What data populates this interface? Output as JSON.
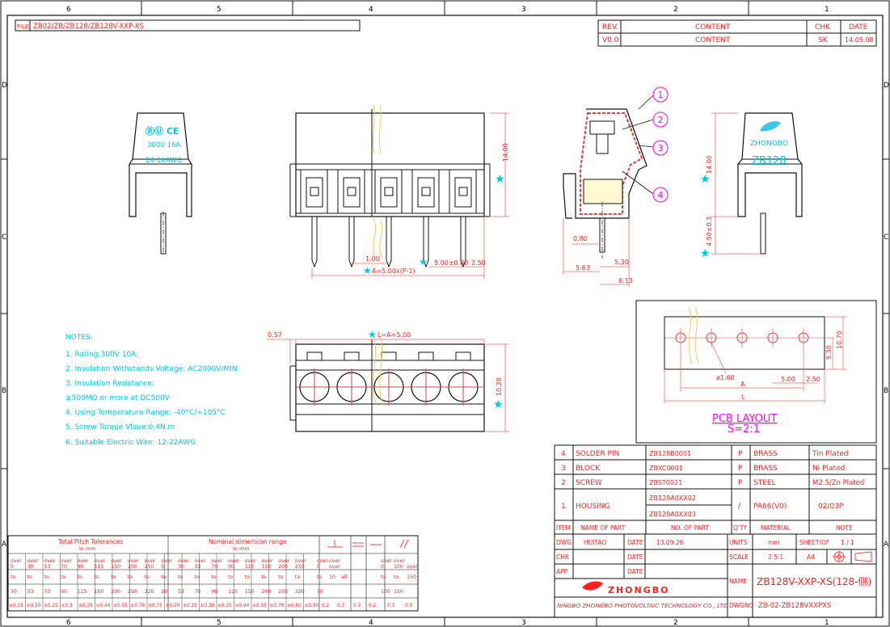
{
  "frame": {
    "top_numbers": [
      "6",
      "5",
      "4",
      "3",
      "2",
      "1"
    ],
    "bottom_numbers": [
      "6",
      "5",
      "4",
      "3",
      "2",
      "1"
    ],
    "left_letters": [
      "D",
      "C",
      "B",
      "A"
    ],
    "right_letters": [
      "D",
      "C",
      "B",
      "A"
    ],
    "file_label": "FILE",
    "file_name": "ZB02/ZB/ZB128/ZB128V-XXP-XS"
  },
  "revision": {
    "headers": [
      "REV.",
      "CONTENT",
      "CHK",
      "DATE"
    ],
    "rows": [
      [
        "V0.0",
        "CONTENT",
        "SK",
        "14.05.08"
      ]
    ]
  },
  "views": {
    "left_marking": {
      "mark": "ⓇⓊ CE",
      "rating": "300V 16A",
      "awg": "24-14AWG"
    },
    "right_marking": {
      "brand": "ZHONGBO",
      "model": "ZB128"
    },
    "dims": {
      "height_front": "14.00",
      "pin_gap": "1.00",
      "pitch_label": "5.00±0.08",
      "edge": "2.50",
      "a_formula": "A=5.00x(P-1)",
      "side_h": "14.00",
      "side_pin": "4.50±0.3",
      "d080": "0.80",
      "d563": "5.63",
      "d530": "5.30",
      "d613": "6.13",
      "top_057": "0.57",
      "top_l": "L=A+5.00",
      "top_h": "10.20"
    },
    "balloons": [
      "1",
      "2",
      "3",
      "4"
    ]
  },
  "notes": {
    "title": "NOTES:",
    "lines": [
      "1. Rating:300V 10A;",
      "2. Insulation Withstands Voltage: AC2000V/MIN",
      "3. Insulation Resistance:",
      "   ≥500MΩ or more at DC500V",
      "4. Using Temperature Range: -40°C/+105°C",
      "5. Screw Torque Vlaue:0.4N.m",
      "6. Suitable Electric Wire: 12-22AWG"
    ]
  },
  "pcb": {
    "title": "PCB  LAYOUT",
    "scale": "S=2:1",
    "dims": {
      "hole": "ø1.60",
      "pitch": "5.00",
      "edge": "2.50",
      "a": "A",
      "l": "L",
      "h1": "5.30",
      "h2": "10.70"
    }
  },
  "bom": {
    "rows": [
      [
        "4",
        "SOLDER PIN",
        "ZB128B0001",
        "P",
        "BRASS",
        "Tin Plated"
      ],
      [
        "3",
        "BLOCK",
        "ZBXC0001",
        "P",
        "BRASS",
        "Ni Plated"
      ],
      [
        "2",
        "SCREW",
        "ZBST0021",
        "P",
        "STEEL",
        "M2.5/Zn Plated"
      ]
    ],
    "housing": {
      "item": "1",
      "name": "HOUSING",
      "no1": "ZB128A0XX02",
      "no2": "ZB128A0XX03",
      "qty": "/",
      "material": "PA66(V0)",
      "note": "02/03P"
    },
    "headers": [
      "ITEM",
      "NAME  OF  PART",
      "NO. OF  PART",
      "Q'TY",
      "MATERIAL",
      "NOTE"
    ]
  },
  "title_block": {
    "dwg_label": "DWG",
    "dwg_name": "HUITAO",
    "date_label": "DATE",
    "date_value": "13.09.26",
    "chk_label": "CHK",
    "app_label": "APP.",
    "units_label": "UNITS",
    "units": "mm",
    "sheet_label": "SHEET/OF",
    "sheet": "1 /  1",
    "scale_label": "SCALE",
    "scale": "2.5:1",
    "size": "A4",
    "name_label": "NAME",
    "name": "ZB128V-XXP-XS(128-侧)",
    "logo": "ZHONGBO",
    "company": "NINGBO ZHONGBO PHOTOVOLTAIC TECHNOLOGY CO., LTD",
    "dwgno_label": "DWGNO",
    "dwgno": "ZB-02-ZB128VXXPXS"
  },
  "tolerance": {
    "title1": "Total Pitch Tolerances",
    "title1_unit": "in mm",
    "title2": "Nominal dimension range",
    "title2_unit": "in mm",
    "over_vals": [
      "over",
      "over",
      "over",
      "over",
      "over",
      "over",
      "over",
      "over",
      "over",
      "over",
      "over",
      "over",
      "over",
      "over",
      "over",
      "over",
      "over",
      "over",
      "over",
      "over",
      "",
      "",
      "",
      "over",
      "over",
      ""
    ],
    "from_vals": [
      "0",
      "30",
      "53",
      "70",
      "90",
      "115",
      "150",
      "200",
      "250",
      "0",
      "30",
      "53",
      "70",
      "90",
      "115",
      "150",
      "200",
      "250",
      "0",
      "over",
      "",
      "",
      "",
      "0",
      "100",
      "over"
    ],
    "to_label": [
      "to",
      "to",
      "to",
      "to",
      "to",
      "to",
      "to",
      "to",
      "to",
      "to",
      "to",
      "to",
      "to",
      "to",
      "to",
      "to",
      "to",
      "to",
      "to",
      "10",
      "all",
      "",
      "",
      "to",
      "to",
      "150"
    ],
    "to_vals": [
      "30",
      "53",
      "70",
      "90",
      "115",
      "150",
      "200",
      "250",
      "320",
      "30",
      "53",
      "70",
      "90",
      "115",
      "150",
      "200",
      "250",
      "320",
      "10",
      "",
      "",
      "",
      "",
      "100",
      "150",
      ""
    ],
    "tol_vals": [
      "±0.18",
      "±0.20",
      "±0.25",
      "±0.3",
      "±0.35",
      "±0.44",
      "±0.55",
      "±0.70",
      "±0.75",
      "±0.20",
      "±0.25",
      "±0.30",
      "±0.35",
      "±0.44",
      "±0.55",
      "±0.70",
      "±0.80",
      "±0.90",
      "0.2",
      "0.3",
      "0.3",
      "0.2",
      "0.3",
      "0.5"
    ]
  }
}
